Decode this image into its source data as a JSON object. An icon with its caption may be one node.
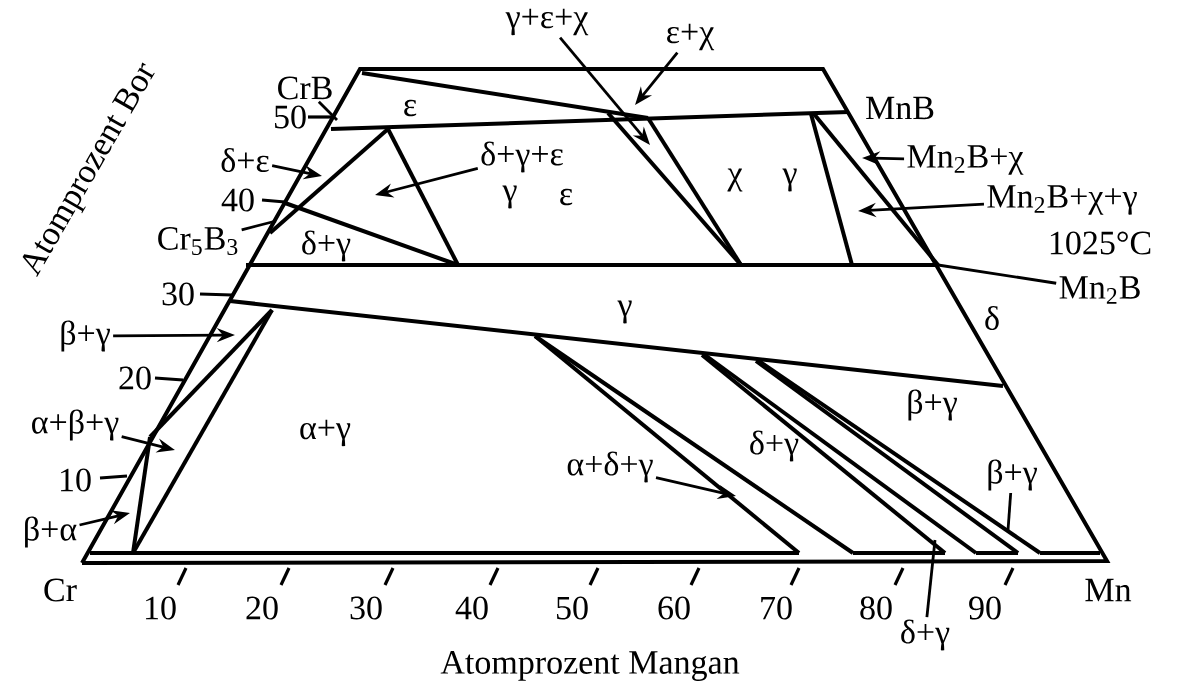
{
  "diagram": {
    "nodes": [
      {
        "text": [
          "CrB"
        ]
      },
      {
        "text": [
          "δ+ε"
        ]
      },
      {
        "text": [
          "δ+γ+ε"
        ]
      },
      {
        "text": [
          "Cr$_{5}$B$_{3}$"
        ]
      },
      {
        "text": [
          "γ+ε+χ"
        ]
      },
      {
        "text": [
          "ε+χ"
        ]
      },
      {
        "text": [
          "Mn$_{2}$B+χ"
        ]
      },
      {
        "text": [
          "Mn$_{2}$B+χ+γ"
        ]
      },
      {
        "text": [
          "Mn$_{2}$B"
        ]
      },
      {
        "text": [
          "β+γ"
        ]
      },
      {
        "text": [
          "α+β+γ"
        ]
      },
      {
        "text": [
          "β+α"
        ]
      },
      {
        "text": [
          "α+δ+γ"
        ]
      },
      {
        "text": [
          "β+γ"
        ]
      },
      {
        "text": [
          "δ+γ"
        ]
      }
    ],
    "edges": [
      {
        "from": 0,
        "to": null,
        "arrow": "none"
      },
      {
        "from": 1,
        "to": null,
        "arrow": "to"
      },
      {
        "from": 2,
        "to": null,
        "arrow": "to"
      },
      {
        "from": 3,
        "to": null,
        "arrow": "none"
      },
      {
        "from": 4,
        "to": null,
        "arrow": "to"
      },
      {
        "from": 5,
        "to": null,
        "arrow": "to"
      },
      {
        "from": 6,
        "to": null,
        "arrow": "to"
      },
      {
        "from": 7,
        "to": null,
        "arrow": "to"
      },
      {
        "from": 8,
        "to": null,
        "arrow": "none"
      },
      {
        "from": 9,
        "to": null,
        "arrow": "to"
      },
      {
        "from": 10,
        "to": null,
        "arrow": "to"
      },
      {
        "from": 11,
        "to": null,
        "arrow": "to"
      },
      {
        "from": 12,
        "to": null,
        "arrow": "to"
      },
      {
        "from": 13,
        "to": null,
        "arrow": "none"
      },
      {
        "from": 14,
        "to": null,
        "arrow": "none"
      }
    ],
    "labels": [
      "Atomprozent Bor",
      "50",
      "ε",
      "MnB",
      "γ",
      "ε",
      "χ",
      "γ",
      "40",
      "δ+γ",
      "1025°C",
      "30",
      "γ",
      "δ",
      "20",
      "β+γ",
      "α+γ",
      "δ+γ",
      "10",
      "Cr",
      "10",
      "20",
      "30",
      "40",
      "50",
      "60",
      "70",
      "80",
      "90",
      "Mn",
      "Atomprozent Mangan"
    ]
  }
}
